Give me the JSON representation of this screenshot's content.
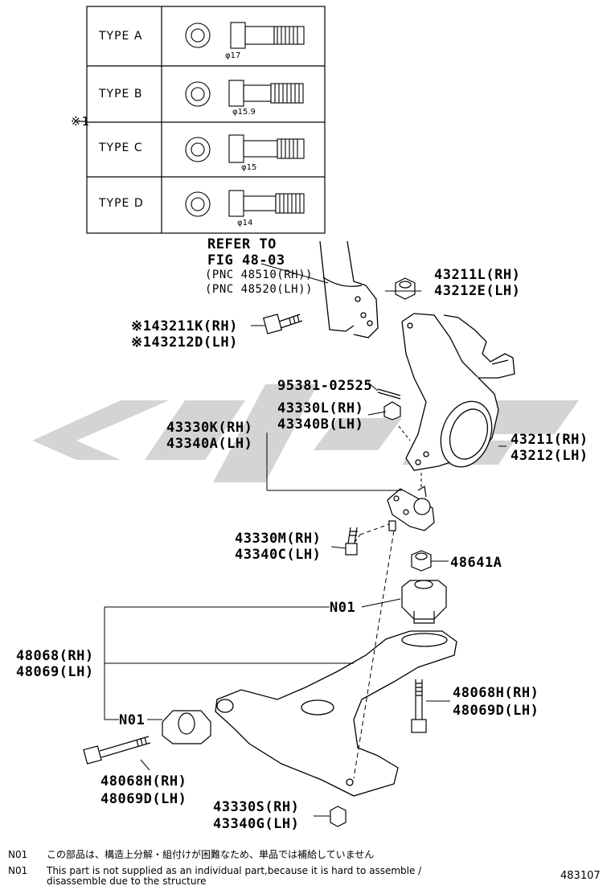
{
  "type_table": {
    "ref_mark": "※1",
    "rows": [
      {
        "type": "TYPE A",
        "diameter": "φ17"
      },
      {
        "type": "TYPE B",
        "diameter": "φ15.9"
      },
      {
        "type": "TYPE C",
        "diameter": "φ15"
      },
      {
        "type": "TYPE D",
        "diameter": "φ14"
      }
    ]
  },
  "refer": {
    "line1": "REFER TO",
    "line2": "FIG 48-03",
    "line3": "(PNC 48510(RH))",
    "line4": "(PNC 48520(LH))"
  },
  "parts": {
    "p43211L": "43211L(RH)",
    "p43212E": "43212E(LH)",
    "p43211K": "※143211K(RH)",
    "p43212D": "※143212D(LH)",
    "p95381": "95381-02525",
    "p43330L": "43330L(RH)",
    "p43340B": "43340B(LH)",
    "p43330K": "43330K(RH)",
    "p43340A": "43340A(LH)",
    "p43211": "43211(RH)",
    "p43212": "43212(LH)",
    "p43330M": "43330M(RH)",
    "p43340C": "43340C(LH)",
    "p48641A": "48641A",
    "n01_top": "N01",
    "p48068": "48068(RH)",
    "p48069": "48069(LH)",
    "p48068H_r": "48068H(RH)",
    "p48069D_r": "48069D(LH)",
    "n01_bottom": "N01",
    "p48068H_l": "48068H(RH)",
    "p48069D_l": "48069D(LH)",
    "p43330S": "43330S(RH)",
    "p43340G": "43340G(LH)"
  },
  "notes": {
    "code1": "N01",
    "jp": "この部品は、構造上分解・組付けが困難なため、単品では補給していません",
    "code2": "N01",
    "en1": "This part is not supplied as an individual part,because it is hard to assemble /",
    "en2": "disassemble due to the structure"
  },
  "figure_number": "483107"
}
